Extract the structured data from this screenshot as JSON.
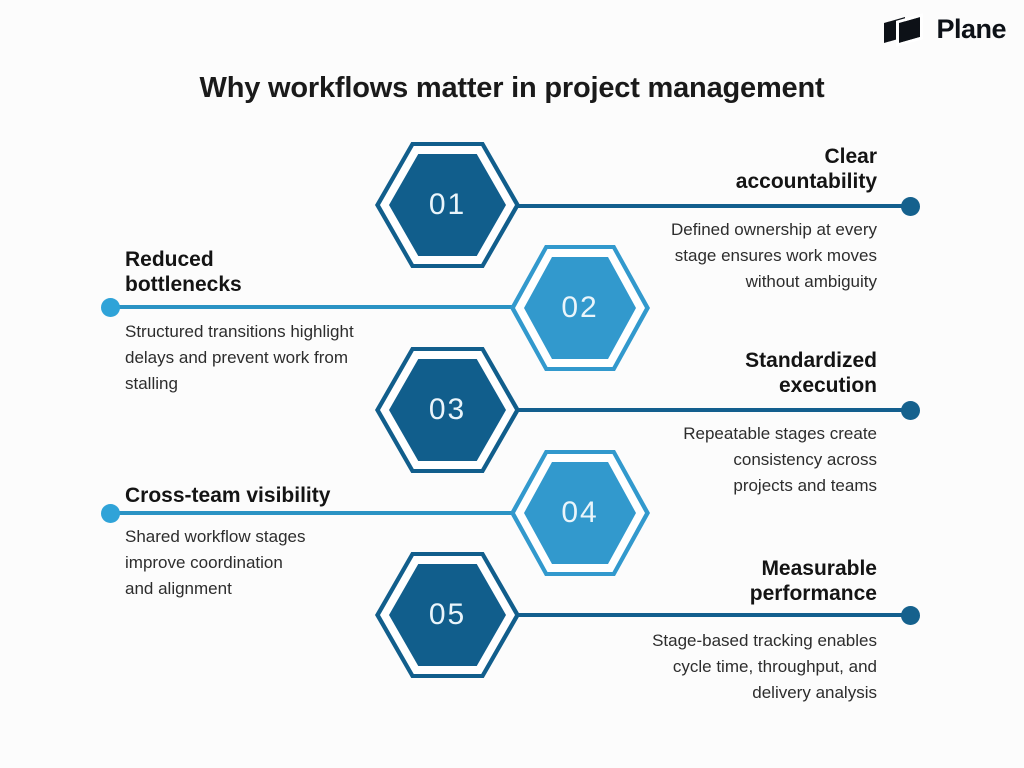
{
  "brand": {
    "name": "Plane",
    "icon": "plane-logo-icon"
  },
  "title": "Why workflows matter in project management",
  "colors": {
    "hex_dark": "#115E8C",
    "hex_light": "#3299CD",
    "connector_right": "#135F8E",
    "connector_left": "#2B93C4",
    "dot_left": "#2FA3D8",
    "dot_right": "#15618D",
    "title_text": "#1A1A1A",
    "heading_text": "#141414",
    "body_text": "#2D2D2D",
    "number_text": "#EAF5FB",
    "background": "#FCFCFC",
    "logo_text": "#0D1117"
  },
  "steps": [
    {
      "number": "01",
      "side": "right",
      "variant": "dark",
      "title": "Clear accountability",
      "title_lines": [
        "Clear",
        "accountability"
      ],
      "description_lines": [
        "Defined ownership at every",
        "stage ensures work moves",
        "without ambiguity"
      ]
    },
    {
      "number": "02",
      "side": "left",
      "variant": "light",
      "title": "Reduced bottlenecks",
      "title_lines": [
        "Reduced",
        "bottlenecks"
      ],
      "description_lines": [
        "Structured transitions highlight",
        "delays and prevent work from",
        "stalling"
      ]
    },
    {
      "number": "03",
      "side": "right",
      "variant": "dark",
      "title": "Standardized execution",
      "title_lines": [
        "Standardized",
        "execution"
      ],
      "description_lines": [
        "Repeatable stages create",
        "consistency across",
        "projects and teams"
      ]
    },
    {
      "number": "04",
      "side": "left",
      "variant": "light",
      "title": "Cross-team visibility",
      "title_lines": [
        "Cross-team visibility"
      ],
      "description_lines": [
        "Shared workflow stages",
        "improve coordination",
        "and alignment"
      ]
    },
    {
      "number": "05",
      "side": "right",
      "variant": "dark",
      "title": "Measurable performance",
      "title_lines": [
        "Measurable",
        "performance"
      ],
      "description_lines": [
        "Stage-based tracking enables",
        "cycle time, throughput, and",
        "delivery analysis"
      ]
    }
  ]
}
